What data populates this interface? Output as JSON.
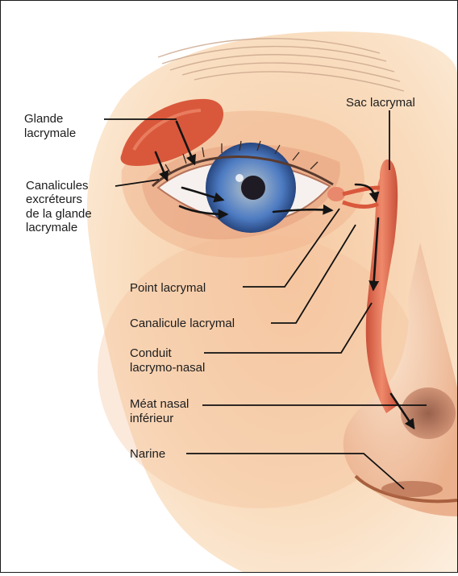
{
  "labels": {
    "glande": [
      "Glande",
      "lacrymale"
    ],
    "canalicules": [
      "Canalicules",
      "excréteurs",
      "de la glande",
      "lacrymale"
    ],
    "sac": [
      "Sac lacrymal"
    ],
    "point": [
      "Point lacrymal"
    ],
    "canalicule": [
      "Canalicule lacrymal"
    ],
    "conduit": [
      "Conduit",
      "lacrymo-nasal"
    ],
    "meat": [
      "Méat nasal",
      "inférieur"
    ],
    "narine": [
      "Narine"
    ]
  },
  "colors": {
    "skin_light": "#fbe3c6",
    "skin_mid": "#f1b98e",
    "duct_red": "#e4684b",
    "iris_blue": "#4d7bc2",
    "pupil": "#1e1b24"
  }
}
